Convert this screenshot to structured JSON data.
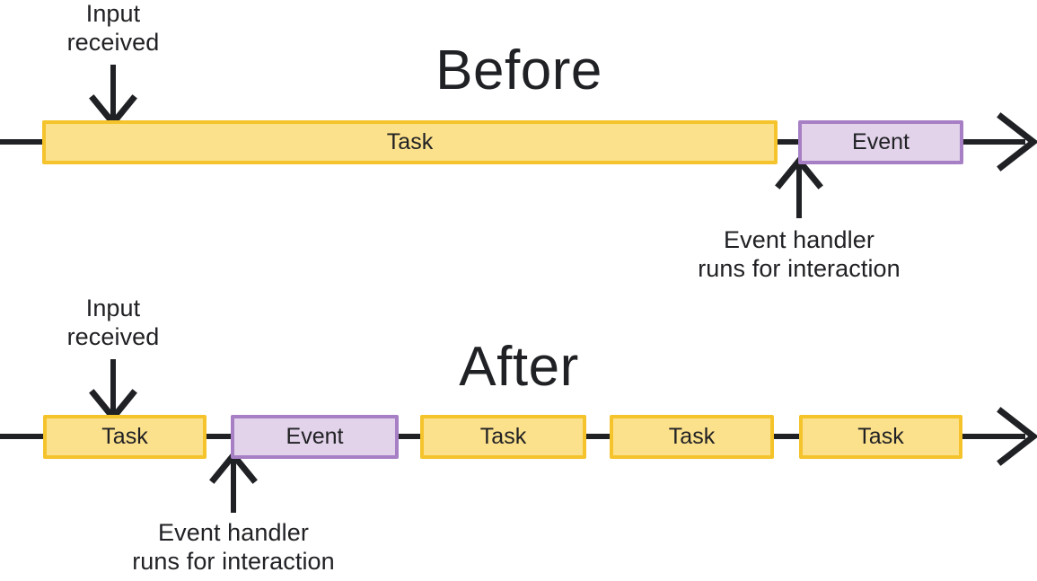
{
  "diagram": {
    "title_before": "Before",
    "title_after": "After",
    "colors": {
      "task_fill": "#FCE18C",
      "task_border": "#F5C32C",
      "event_fill": "#E2D2EA",
      "event_border": "#A77FC4",
      "ink": "#202124",
      "background": "#FFFFFF"
    }
  },
  "before": {
    "title": "Before",
    "annotations": {
      "input_received": "Input\nreceived",
      "event_handler": "Event handler\nruns for interaction"
    },
    "blocks": [
      {
        "label": "Task",
        "kind": "task"
      },
      {
        "label": "Event",
        "kind": "event"
      }
    ]
  },
  "after": {
    "title": "After",
    "annotations": {
      "input_received": "Input\nreceived",
      "event_handler": "Event handler\nruns for interaction"
    },
    "blocks": [
      {
        "label": "Task",
        "kind": "task"
      },
      {
        "label": "Event",
        "kind": "event"
      },
      {
        "label": "Task",
        "kind": "task"
      },
      {
        "label": "Task",
        "kind": "task"
      },
      {
        "label": "Task",
        "kind": "task"
      }
    ]
  }
}
